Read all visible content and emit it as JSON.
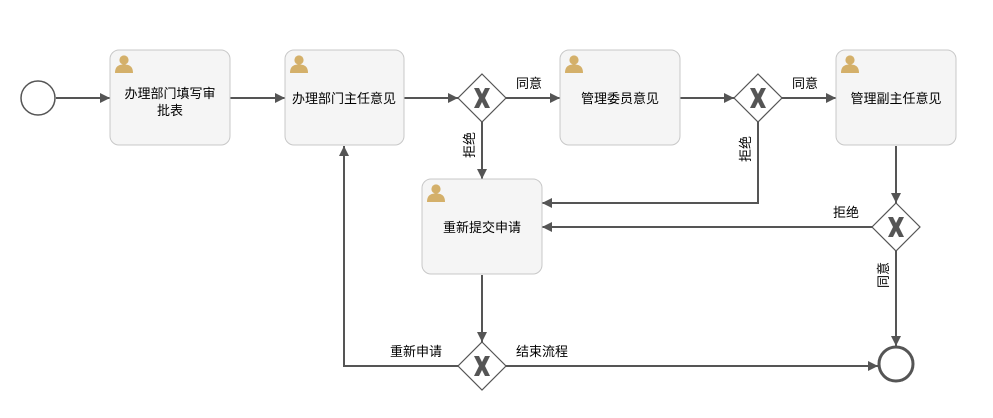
{
  "tasks": {
    "fill_form": {
      "line1": "办理部门填写审",
      "line2": "批表"
    },
    "dept_head": {
      "label": "办理部门主任意见"
    },
    "committee": {
      "label": "管理委员意见"
    },
    "vice_director": {
      "label": "管理副主任意见"
    },
    "resubmit": {
      "label": "重新提交申请"
    }
  },
  "flow_labels": {
    "agree_1": "同意",
    "reject_1": "拒绝",
    "agree_2": "同意",
    "reject_2": "拒绝",
    "reject_3": "拒绝",
    "agree_3": "同意",
    "reapply": "重新申请",
    "end_process": "结束流程"
  },
  "icons": {
    "user_task": "user-icon",
    "gateway": "exclusive-gateway-x-icon"
  },
  "colors": {
    "task_fill": "#f5f5f5",
    "task_stroke": "#c8c8c8",
    "line": "#555555",
    "user_icon": "#d4b06a"
  }
}
